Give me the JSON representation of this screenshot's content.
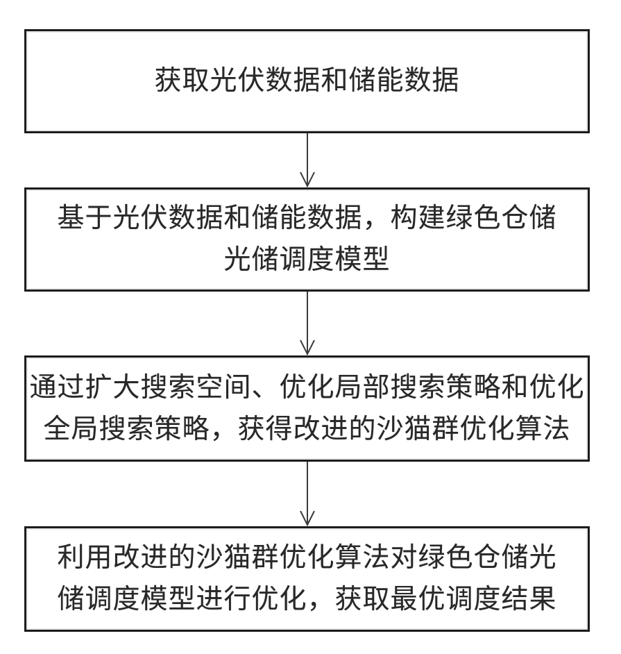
{
  "figure": {
    "kind": "flowchart",
    "background_color": "#ffffff",
    "box_border_color": "#1c1c1c",
    "text_color": "#282828",
    "arrow_color": "#3a3a3a",
    "steps": [
      {
        "name": "acquire-data",
        "lines": [
          "获取光伏数据和储能数据"
        ]
      },
      {
        "name": "build-model",
        "lines": [
          "基于光伏数据和储能数据，构建绿色仓储",
          "光储调度模型"
        ]
      },
      {
        "name": "improve-algorithm",
        "lines": [
          "通过扩大搜索空间、优化局部搜索策略和优化",
          "全局搜索策略，获得改进的沙猫群优化算法"
        ]
      },
      {
        "name": "optimize-schedule",
        "lines": [
          "利用改进的沙猫群优化算法对绿色仓储光",
          "储调度模型进行优化，获取最优调度结果"
        ]
      }
    ],
    "arrows": [
      {
        "from": "acquire-data",
        "to": "build-model"
      },
      {
        "from": "build-model",
        "to": "improve-algorithm"
      },
      {
        "from": "improve-algorithm",
        "to": "optimize-schedule"
      }
    ]
  }
}
